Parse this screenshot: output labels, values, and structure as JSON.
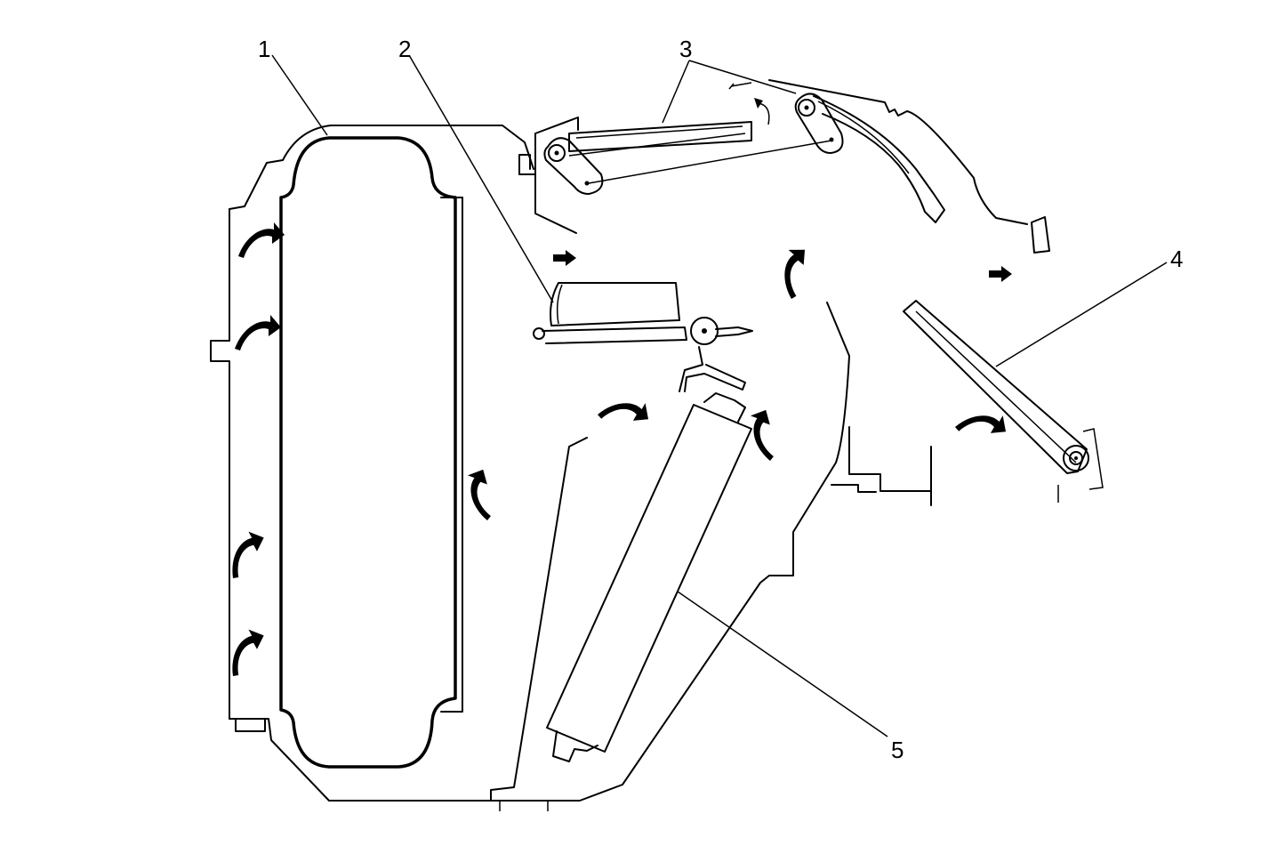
{
  "callouts": [
    {
      "id": "1",
      "text": "1"
    },
    {
      "id": "2",
      "text": "2"
    },
    {
      "id": "3",
      "text": "3"
    },
    {
      "id": "4",
      "text": "4"
    },
    {
      "id": "5",
      "text": "5"
    }
  ],
  "colors": {
    "line": "#000000",
    "background": "#ffffff"
  },
  "components": [
    {
      "callout": "1",
      "icon": "evaporator-core-icon"
    },
    {
      "callout": "2",
      "icon": "air-temperature-door-icon"
    },
    {
      "callout": "3",
      "icon": "mode-door-linkage-icon"
    },
    {
      "callout": "4",
      "icon": "defroster-door-icon"
    },
    {
      "callout": "5",
      "icon": "heater-core-icon"
    }
  ]
}
